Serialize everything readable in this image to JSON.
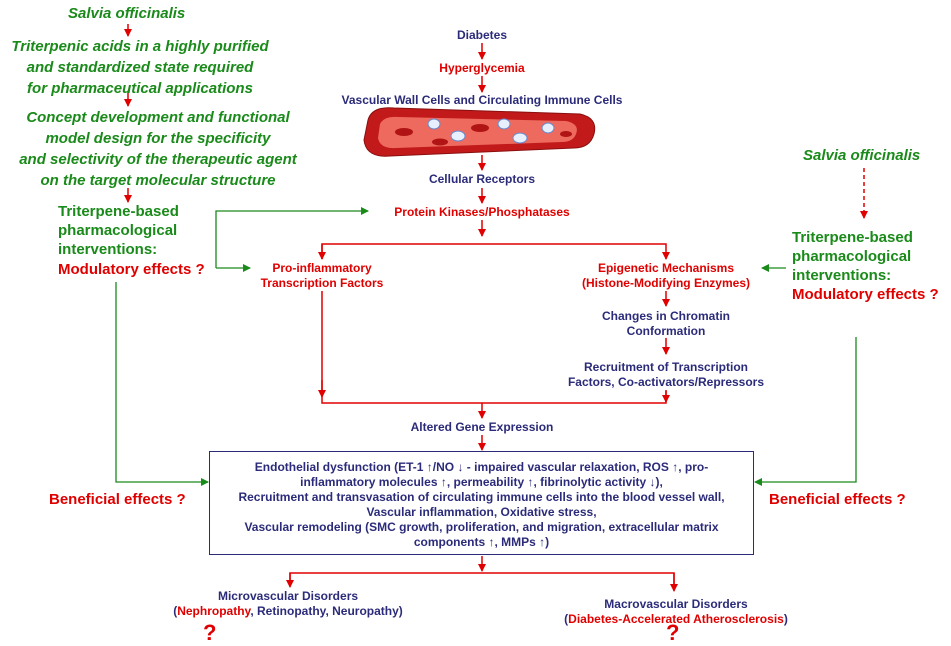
{
  "left": {
    "plant": "Salvia officinalis",
    "acids": [
      "Triterpenic acids in a highly purified",
      "and standardized state required",
      "for pharmaceutical applications"
    ],
    "concept": [
      "Concept development and functional",
      "model design for the specificity",
      "and selectivity of the therapeutic agent",
      "on the target molecular structure"
    ],
    "interventions": [
      "Triterpene-based",
      "pharmacological",
      "interventions:"
    ],
    "modulatory": "Modulatory effects ?",
    "beneficial": "Beneficial effects ?"
  },
  "right": {
    "plant": "Salvia officinalis",
    "interventions": [
      "Triterpene-based",
      "pharmacological",
      "interventions:"
    ],
    "modulatory": "Modulatory effects ?",
    "beneficial": "Beneficial effects ?"
  },
  "center": {
    "diabetes": "Diabetes",
    "hyperglycemia": "Hyperglycemia",
    "vascular_cells": "Vascular Wall Cells and Circulating Immune Cells",
    "receptors": "Cellular Receptors",
    "kinases": "Protein Kinases/Phosphatases",
    "proinflammatory": [
      "Pro-inflammatory",
      "Transcription Factors"
    ],
    "epigenetic": [
      "Epigenetic Mechanisms",
      "(Histone-Modifying Enzymes)"
    ],
    "chromatin": [
      "Changes in Chromatin",
      "Conformation"
    ],
    "recruitment": [
      "Recruitment of Transcription",
      "Factors, Co-activators/Repressors"
    ],
    "altered": "Altered Gene Expression"
  },
  "box": {
    "lines": [
      "Endothelial dysfunction (ET-1 ↑/NO ↓ - impaired vascular relaxation, ROS ↑, pro-",
      "inflammatory molecules ↑, permeability ↑, fibrinolytic  activity ↓),",
      "Recruitment and transvasation of circulating immune cells into the blood vessel wall,",
      "Vascular inflammation, Oxidative stress,",
      "Vascular remodeling (SMC growth, proliferation, and migration, extracellular matrix",
      "components ↑, MMPs ↑)"
    ]
  },
  "micro": {
    "title": "Microvascular Disorders",
    "open": "(",
    "nephro": "Nephropathy",
    "rest": ", Retinopathy, Neuropathy)",
    "q": "?"
  },
  "macro": {
    "title": "Macrovascular Disorders",
    "open": "(",
    "athero": "Diabetes-Accelerated Atherosclerosis",
    "close": ")",
    "q": "?"
  },
  "colors": {
    "green": "#1a8a1a",
    "red": "#e00000",
    "navy": "#2b2b7a"
  }
}
